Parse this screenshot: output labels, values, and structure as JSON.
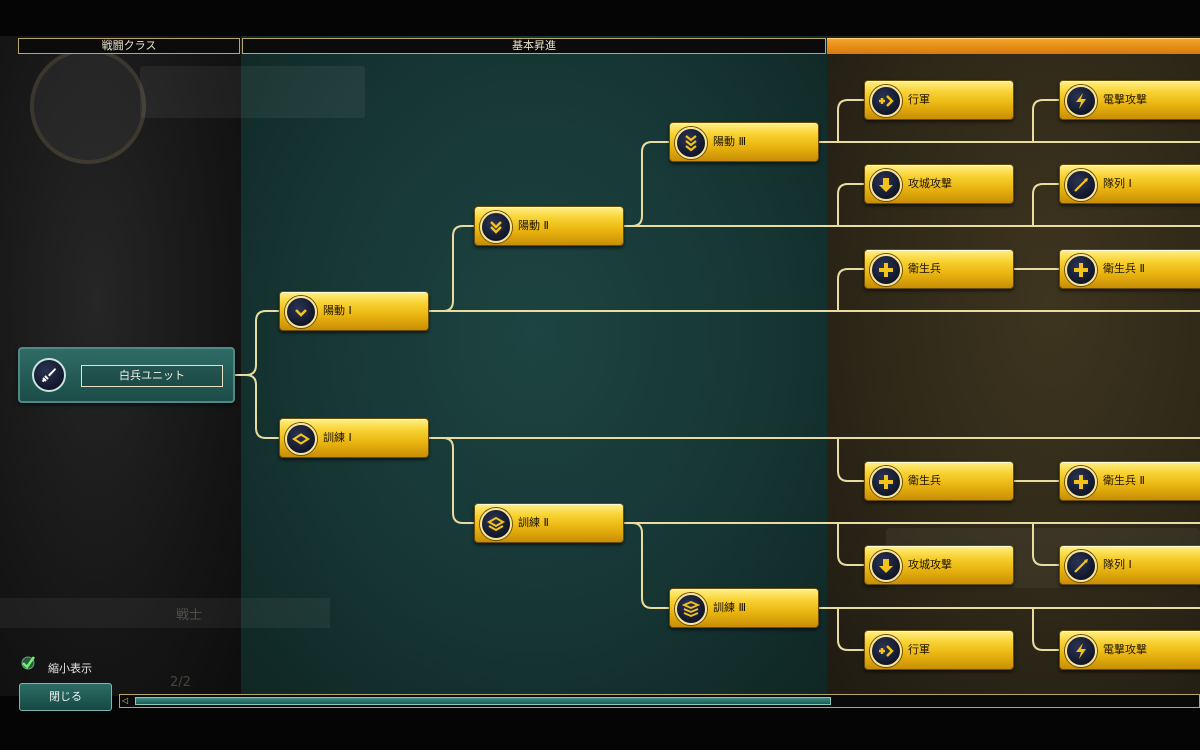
{
  "headers": {
    "combat_class": "戦闘クラス",
    "basic_promotion": "基本昇進",
    "advanced": ""
  },
  "root_unit": {
    "label": "白兵ユニット",
    "icon": "sword-icon"
  },
  "nodes": {
    "shock_1": {
      "label": "陽動 Ⅰ",
      "icon": "chevron-down-icon"
    },
    "shock_2": {
      "label": "陽動 Ⅱ",
      "icon": "double-chevron-icon"
    },
    "shock_3": {
      "label": "陽動 Ⅲ",
      "icon": "triple-chevron-icon"
    },
    "drill_1": {
      "label": "訓練 Ⅰ",
      "icon": "diamond-icon"
    },
    "drill_2": {
      "label": "訓練 Ⅱ",
      "icon": "double-diamond-icon"
    },
    "drill_3": {
      "label": "訓練 Ⅲ",
      "icon": "triple-diamond-icon"
    },
    "march_a": {
      "label": "行軍",
      "icon": "plus-arrow-icon"
    },
    "blitz_a": {
      "label": "電撃攻撃",
      "icon": "lightning-icon"
    },
    "siege_a": {
      "label": "攻城攻撃",
      "icon": "down-arrow-icon"
    },
    "cover_a": {
      "label": "隊列 Ⅰ",
      "icon": "spear-icon"
    },
    "medic_a": {
      "label": "衛生兵",
      "icon": "plus-icon"
    },
    "medic2_a": {
      "label": "衛生兵 Ⅱ",
      "icon": "plus-icon"
    },
    "medic_b": {
      "label": "衛生兵",
      "icon": "plus-icon"
    },
    "medic2_b": {
      "label": "衛生兵 Ⅱ",
      "icon": "plus-icon"
    },
    "siege_b": {
      "label": "攻城攻撃",
      "icon": "down-arrow-icon"
    },
    "cover_b": {
      "label": "隊列 Ⅰ",
      "icon": "spear-icon"
    },
    "march_b": {
      "label": "行軍",
      "icon": "plus-arrow-icon"
    },
    "blitz_b": {
      "label": "電撃攻撃",
      "icon": "lightning-icon"
    }
  },
  "controls": {
    "minimize_label": "縮小表示",
    "minimize_checked": true,
    "close_label": "閉じる"
  },
  "background_text": {
    "warrior": "戦士",
    "pager": "2/2"
  },
  "colors": {
    "accent_orange": "#e8880f",
    "gold": "#f0c020",
    "teal": "#1c4c48",
    "line": "#e8dca0"
  }
}
